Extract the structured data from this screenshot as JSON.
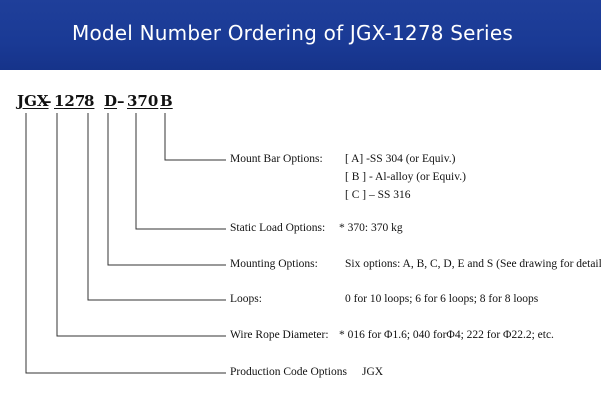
{
  "header": {
    "title": "Model Number  Ordering of JGX-1278 Series",
    "background_color": "#1a3a95",
    "text_color": "#ffffff"
  },
  "model_code": {
    "seg_jgx": "JGX",
    "dash1": "–",
    "seg_127": "127",
    "seg_8": "8",
    "seg_d": "D",
    "dash2": "–",
    "seg_370": "370",
    "seg_b": "B"
  },
  "options": {
    "mount_bar": {
      "label": "Mount Bar Options:",
      "values": [
        "[ A] -SS 304 (or Equiv.)",
        "[ B ] - Al-alloy (or Equiv.)",
        "[ C ] – SS 316"
      ]
    },
    "static_load": {
      "label": "Static Load Options:",
      "value": "* 370: 370 kg"
    },
    "mounting": {
      "label": "Mounting Options:",
      "value": "Six options: A, B, C, D, E and S (See drawing for details)"
    },
    "loops": {
      "label": "Loops:",
      "value": "0 for 10 loops; 6 for 6 loops; 8 for 8 loops"
    },
    "wire_rope": {
      "label": "Wire Rope Diameter:",
      "value": "* 016 for Φ1.6; 040 forΦ4; 222 for Φ22.2; etc."
    },
    "production_code": {
      "label": "Production Code Options",
      "value": "JGX"
    }
  }
}
